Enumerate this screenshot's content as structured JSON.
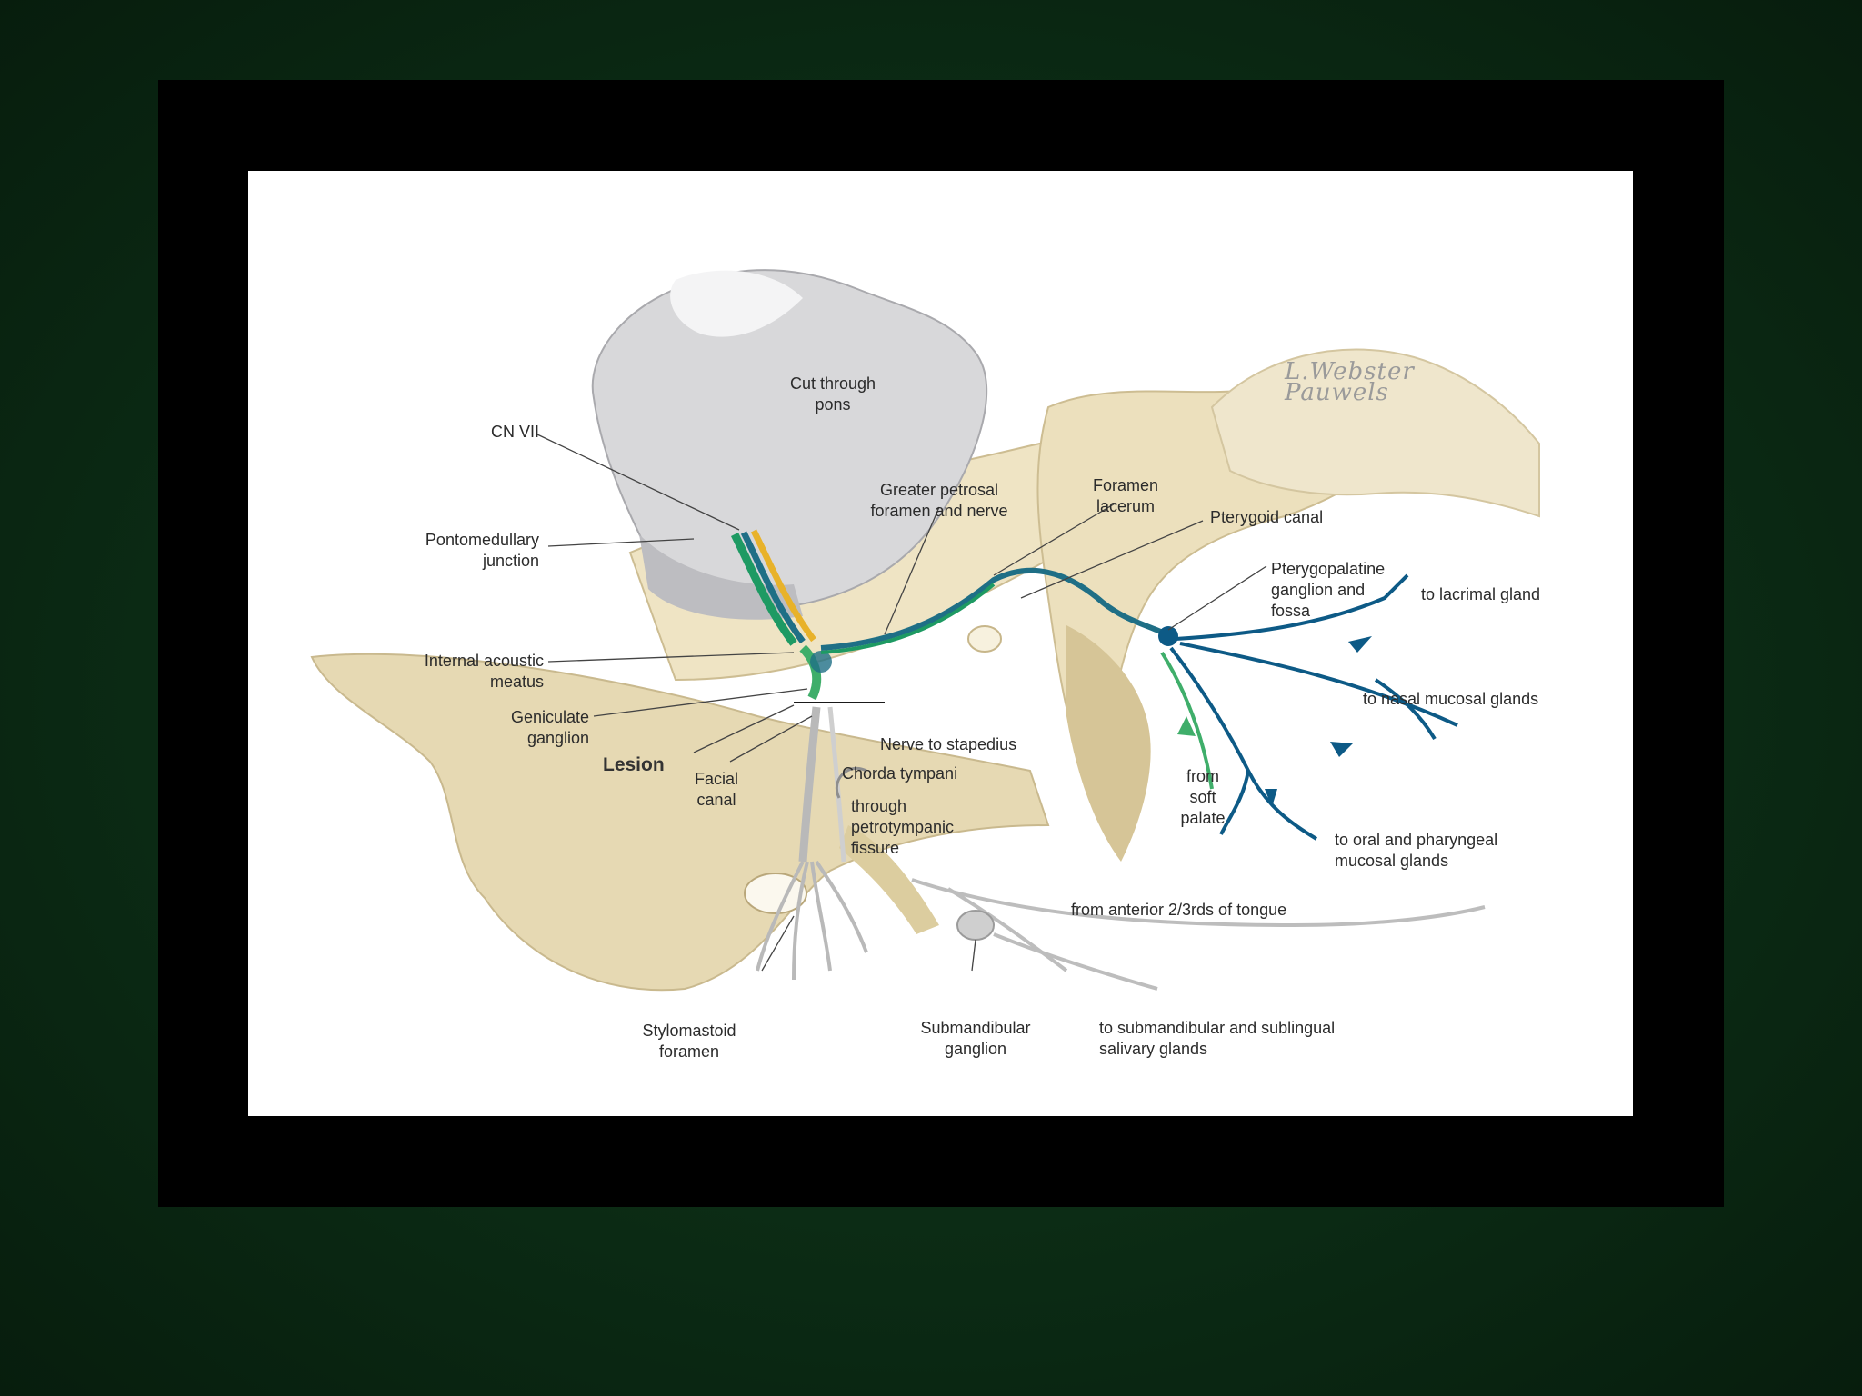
{
  "labels": {
    "pons": "Cut through\npons",
    "cn7": "CN VII",
    "ponto": "Pontomedullary\njunction",
    "iam": "Internal acoustic\nmeatus",
    "geniculate": "Geniculate\nganglion",
    "lesion": "Lesion",
    "facial_canal": "Facial\ncanal",
    "greater_petrosal": "Greater petrosal\nforamen and nerve",
    "foramen_lacerum": "Foramen\nlacerum",
    "pterygoid_canal": "Pterygoid canal",
    "pterygopalatine": "Pterygopalatine\nganglion and\nfossa",
    "lacrimal": "to lacrimal gland",
    "nasal": "to nasal mucosal glands",
    "oral": "to oral and pharyngeal\nmucosal glands",
    "soft_palate": "from\nsoft\npalate",
    "stapedius": "Nerve to stapedius",
    "chorda": "Chorda tympani",
    "petrotympanic": "through\npetrotympanic\nfissure",
    "anterior_tongue": "from anterior 2/3rds of tongue",
    "stylomastoid": "Stylomastoid\nforamen",
    "submandibular_ganglion": "Submandibular\nganglion",
    "salivary": "to submandibular and sublingual\nsalivary glands",
    "signature": "L.Webster Pauwels"
  },
  "colors": {
    "background": "#0b2a14",
    "frame": "#000000",
    "bone": "#e8dcb9",
    "bone_shadow": "#c9b98e",
    "pons": "#d6d6d8",
    "nerve_green": "#1e9a63",
    "nerve_teal": "#1f6f86",
    "nerve_yellow": "#e8b22a",
    "nerve_blue": "#0d5a86",
    "nerve_light_green": "#3fae6a",
    "nerve_grey": "#b9b9b9"
  }
}
